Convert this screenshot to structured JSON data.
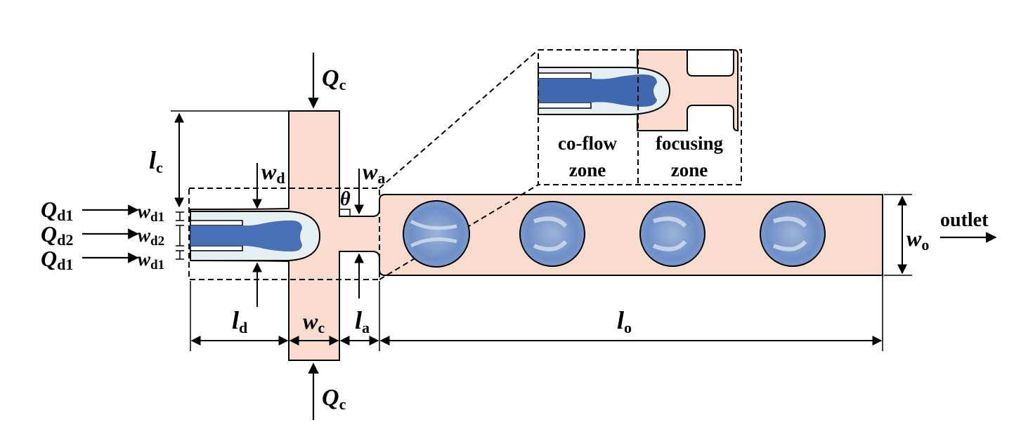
{
  "colors": {
    "channel_fill": "#f9dccd",
    "inner_tube_fill": "#e6f0f3",
    "dispersed_blue": "#3f68b3",
    "outline": "#000000"
  },
  "labels": {
    "qc_top": {
      "main": "Q",
      "sub": "c"
    },
    "qc_bottom": {
      "main": "Q",
      "sub": "c"
    },
    "qd1_top": {
      "main": "Q",
      "sub": "d1"
    },
    "qd2": {
      "main": "Q",
      "sub": "d2"
    },
    "qd1_bottom": {
      "main": "Q",
      "sub": "d1"
    },
    "lc": {
      "main": "l",
      "sub": "c"
    },
    "wd": {
      "main": "w",
      "sub": "d"
    },
    "wa": {
      "main": "w",
      "sub": "a"
    },
    "theta": "θ",
    "wd1_top": {
      "main": "w",
      "sub": "d1"
    },
    "wd2": {
      "main": "w",
      "sub": "d2"
    },
    "wd1_bottom": {
      "main": "w",
      "sub": "d1"
    },
    "ld": {
      "main": "l",
      "sub": "d"
    },
    "wc": {
      "main": "w",
      "sub": "c"
    },
    "la": {
      "main": "l",
      "sub": "a"
    },
    "lo": {
      "main": "l",
      "sub": "o"
    },
    "wo": {
      "main": "w",
      "sub": "o"
    },
    "outlet": "outlet"
  },
  "inset": {
    "coflow_line1": "co-flow",
    "coflow_line2": "zone",
    "focusing_line1": "focusing",
    "focusing_line2": "zone"
  }
}
